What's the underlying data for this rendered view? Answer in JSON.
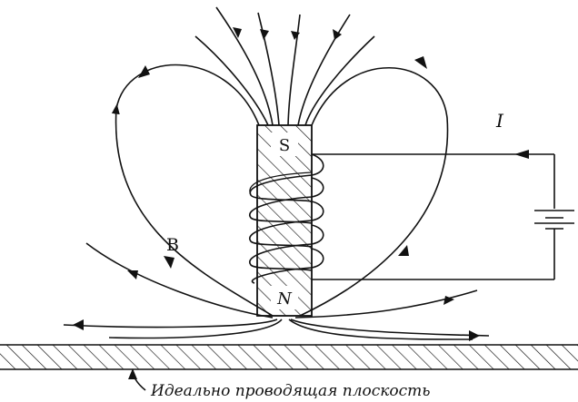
{
  "diagram": {
    "labels": {
      "pole_south": "S",
      "pole_north": "N",
      "field": "B",
      "current": "I",
      "caption": "Идеально проводящая плоскость"
    },
    "colors": {
      "ink": "#111111",
      "background": "#ffffff"
    }
  }
}
